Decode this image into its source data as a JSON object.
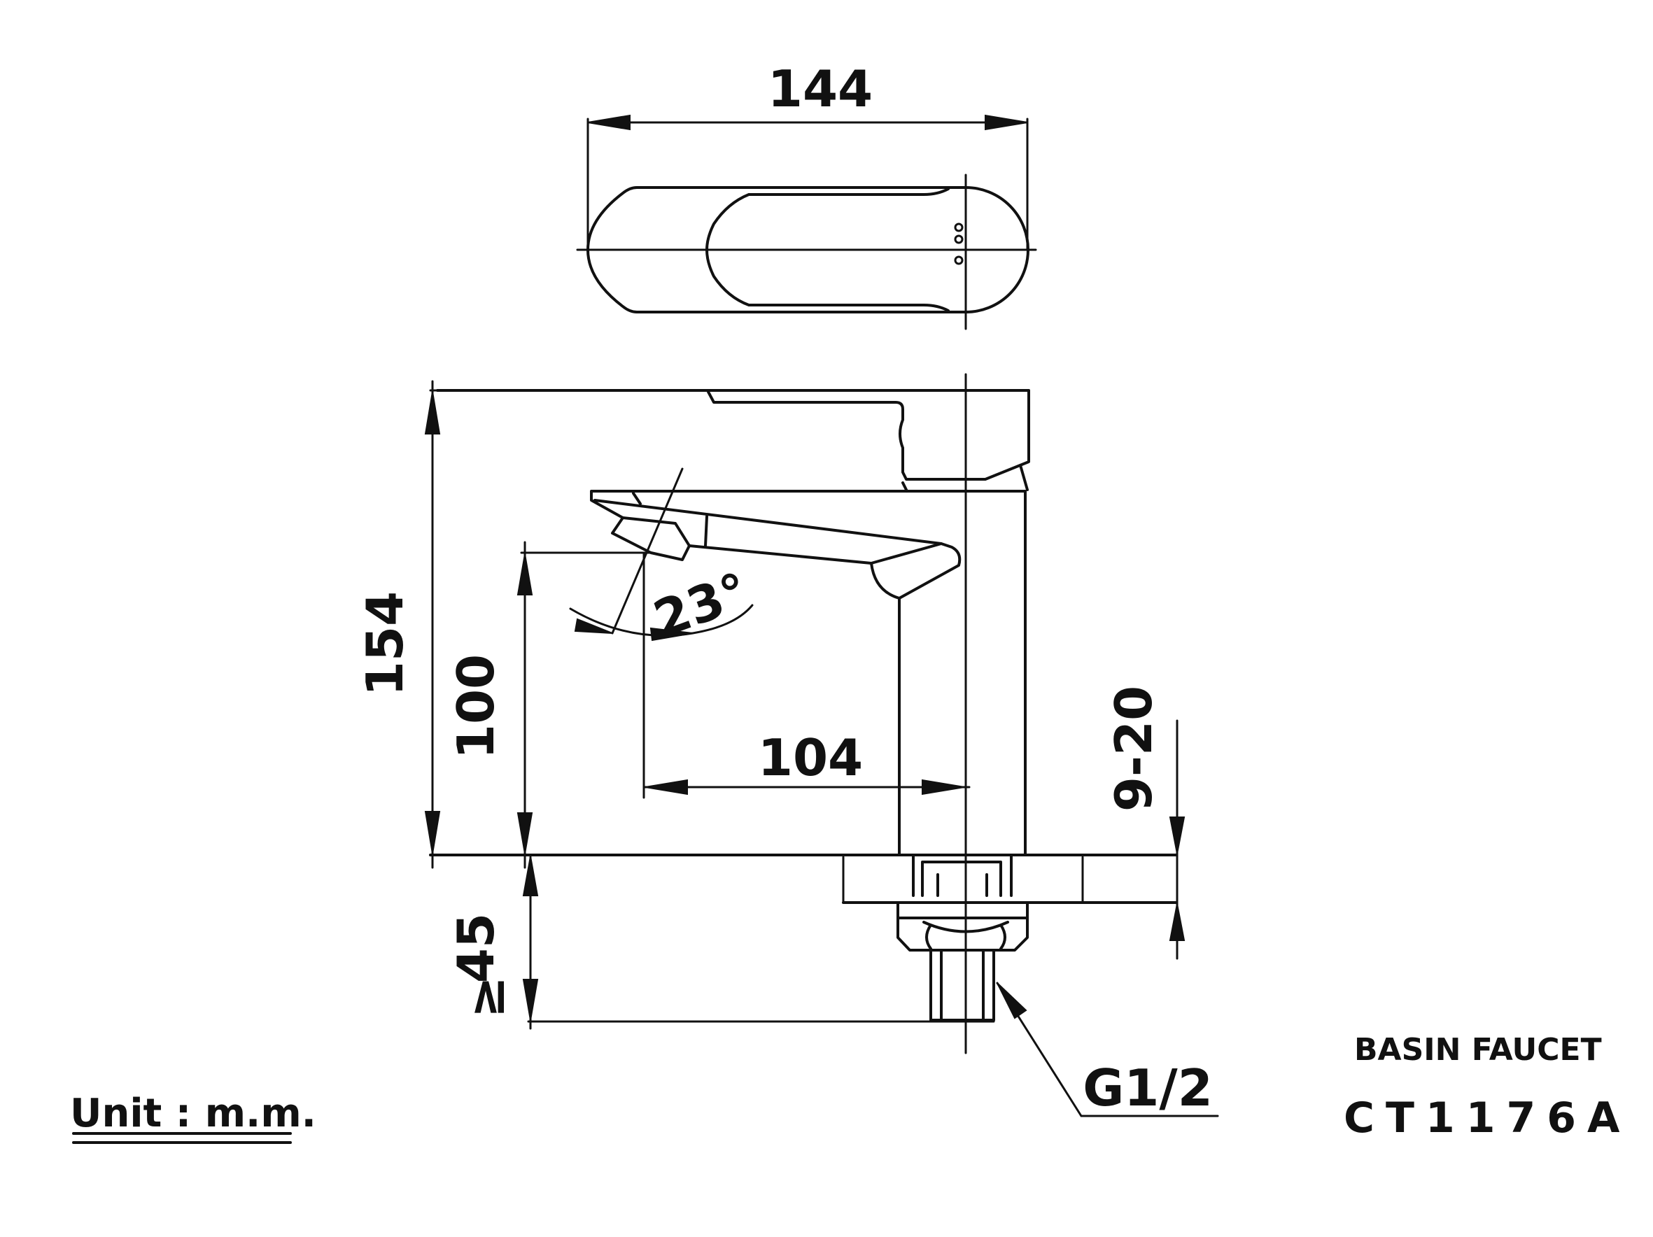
{
  "dimensions": {
    "width_top": "144",
    "height_total": "154",
    "spout_height": "100",
    "spout_reach": "104",
    "handle_angle": "23°",
    "deck_thickness": "9-20",
    "below_deck": "45",
    "below_deck_prefix": "≥",
    "thread": "G1/2"
  },
  "labels": {
    "unit": "Unit : m.m.",
    "product_type": "BASIN FAUCET",
    "model": "CT1176A"
  }
}
